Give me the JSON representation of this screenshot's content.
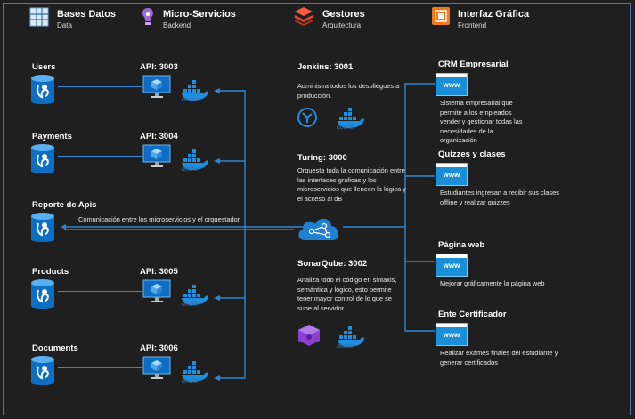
{
  "legend": [
    {
      "title": "Bases Datos",
      "sub": "Data",
      "icon": "database-grid-icon"
    },
    {
      "title": "Micro-Servicios",
      "sub": "Backend",
      "icon": "microservice-bulb-icon"
    },
    {
      "title": "Gestores",
      "sub": "Arquitectura",
      "icon": "layers-icon"
    },
    {
      "title": "Interfaz Gráfica",
      "sub": "Frontend",
      "icon": "frontend-square-icon"
    }
  ],
  "databases": [
    "Users",
    "Payments",
    "Reporte de Apis",
    "Products",
    "Documents"
  ],
  "apis": [
    "API: 3003",
    "API: 3004",
    "API: 3005",
    "API: 3006"
  ],
  "docker_label": "docker",
  "orchestrator_note": "Comunicación entre los microservicios y el orquestador",
  "managers": {
    "jenkins": {
      "title": "Jenkins: 3001",
      "desc": "Administra todos los despliegues a producción."
    },
    "turing": {
      "title": "Turing: 3000",
      "desc": "Orquesta toda la comunicación entre las interfaces gráficas y los microservicios que lleneen la lógica y el acceso al dB"
    },
    "sonar": {
      "title": "SonarQube: 3002",
      "desc": "Analiza todo el código en sintaxis, semántica y lógico, esto permite tener mayor control de lo que se sube al servidor"
    }
  },
  "frontends": [
    {
      "title": "CRM Empresarial",
      "desc": "Sistema empresarial que permite a los empleados vender y gestionar todas las necesidades de la organización"
    },
    {
      "title": "Quizzes y clases",
      "desc": "Estudiantes ingresan a recibir sus clases offline y realizar quizzes"
    },
    {
      "title": "Página web",
      "desc": "Mejorar gráficamente la página web"
    },
    {
      "title": "Ente Certificador",
      "desc": "Realizar exámes finales del estudiante y generar certificados"
    }
  ],
  "www_label": "www"
}
